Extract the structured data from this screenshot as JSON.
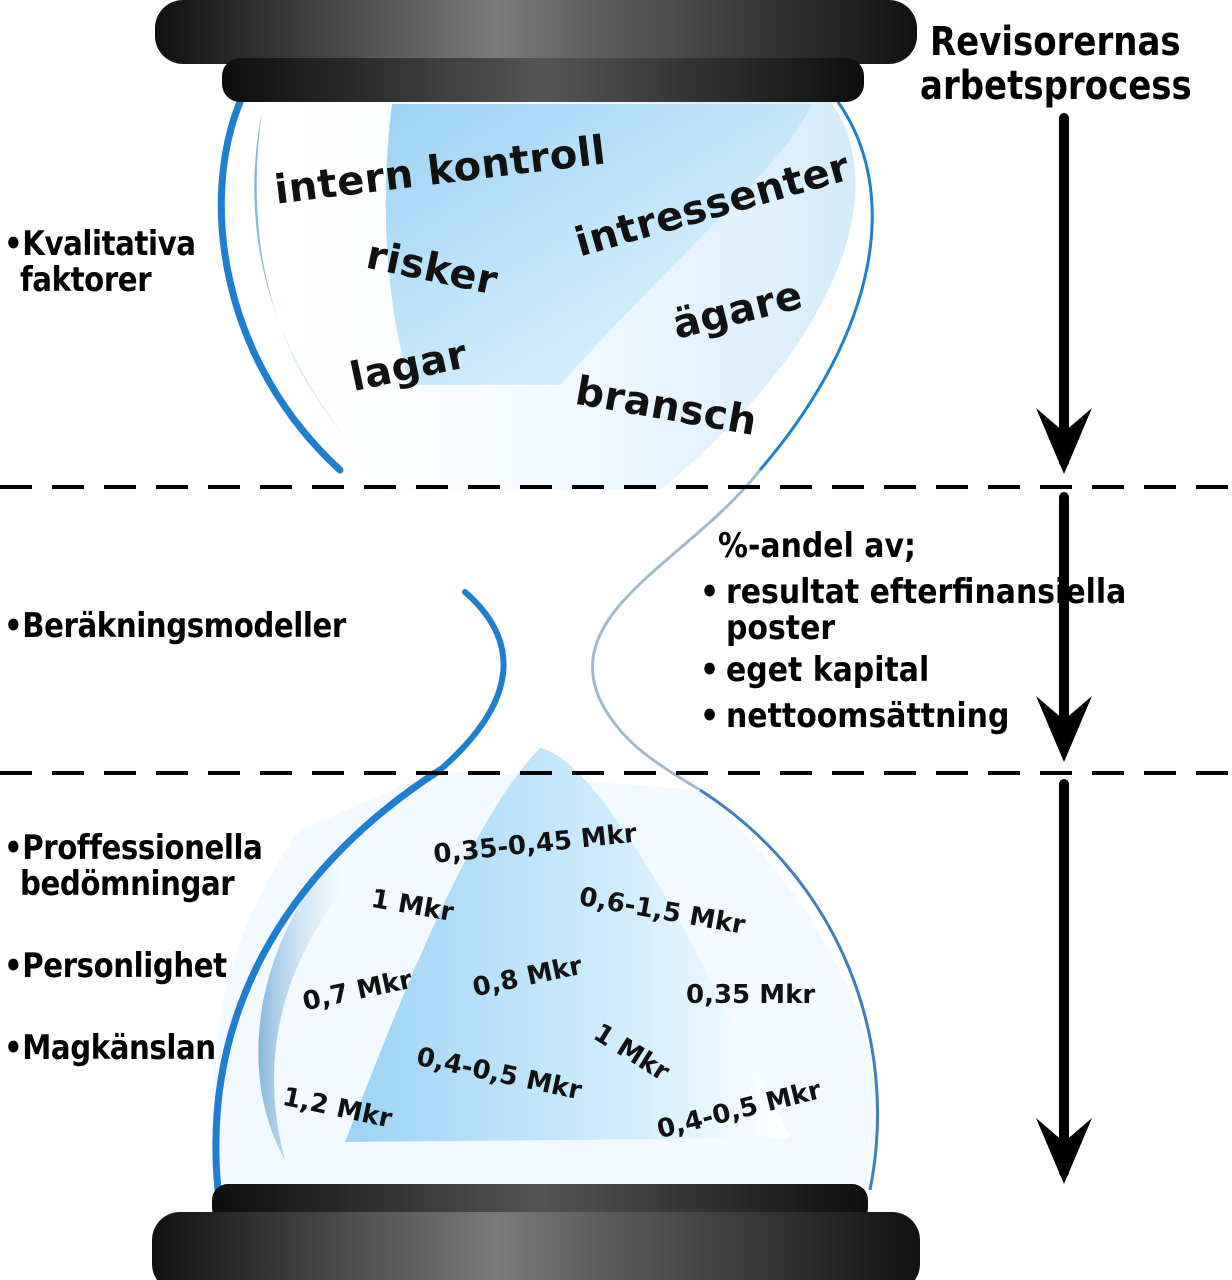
{
  "title": {
    "line1": "Revisorernas",
    "line2": "arbetsprocess"
  },
  "sections": {
    "qualitative": {
      "bullet": "•",
      "line1": "Kvalitativa",
      "line2": "faktorer"
    },
    "models": {
      "bullet": "•",
      "line1": "Beräkningsmodeller"
    },
    "judgements": {
      "bullet": "•",
      "line1": "Proffessionella",
      "line2": "bedömningar"
    },
    "personality": {
      "bullet": "•",
      "line1": "Personlighet"
    },
    "gut": {
      "bullet": "•",
      "line1": "Magkänslan"
    }
  },
  "top_words": [
    "intern kontroll",
    "intressenter",
    "risker",
    "ägare",
    "lagar",
    "bransch"
  ],
  "calculation": {
    "heading": "%-andel av;",
    "items": [
      "resultat efterfinansiella",
      "poster",
      "eget kapital",
      "nettoomsättning"
    ],
    "bullet": "•"
  },
  "bottom_amounts": [
    "0,35-0,45 Mkr",
    "1 Mkr",
    "0,6-1,5 Mkr",
    "0,7 Mkr",
    "0,8 Mkr",
    "0,35 Mkr",
    "1 Mkr",
    "0,4-0,5 Mkr",
    "1,2 Mkr",
    "0,4-0,5 Mkr"
  ],
  "colors": {
    "glass_edge": "#1e7fd0",
    "sand_light": "#d6efff",
    "sand_mid": "#a9d9f7",
    "cap_dark": "#1a1a1a",
    "cap_highlight": "#6b6b6b",
    "divider": "#000000"
  }
}
